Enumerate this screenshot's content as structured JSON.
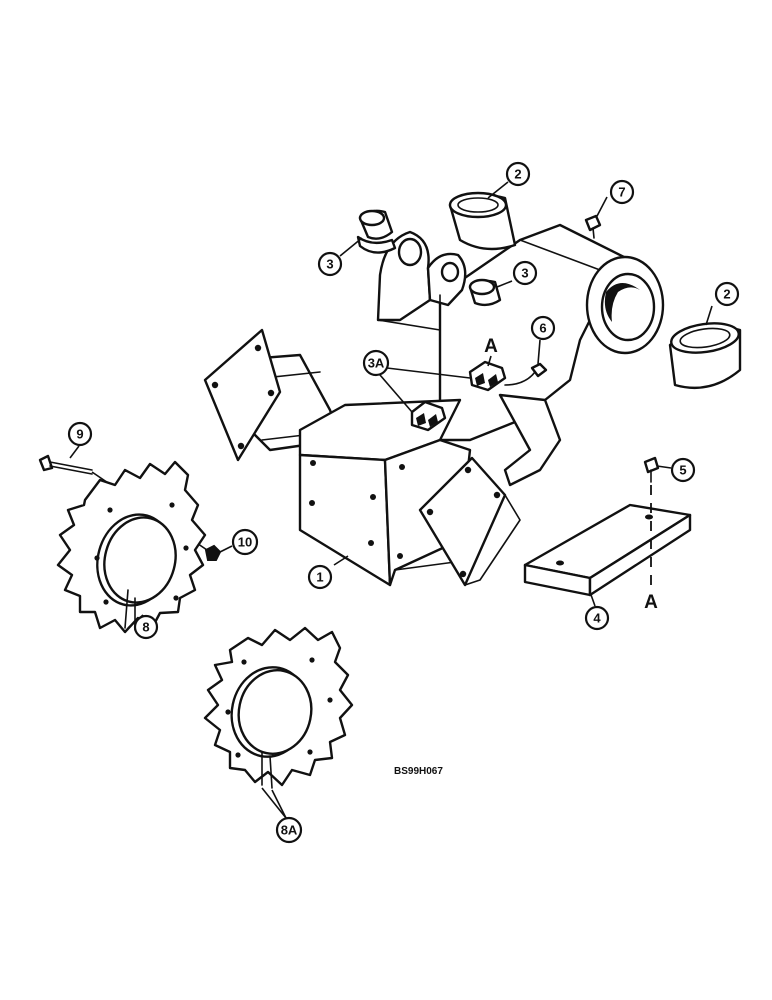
{
  "drawing_code": "BS99H067",
  "section_letter_a": "A",
  "section_letter_b": "A",
  "callouts": {
    "frame": "1",
    "bushing_top": "2",
    "bushing_right": "2",
    "bushing_small_left": "3",
    "bushing_small_mid": "3",
    "clip": "3A",
    "plate": "4",
    "bolt_plate": "5",
    "fitting_wire": "6",
    "grease_fitting": "7",
    "sprocket": "8",
    "sprocket_alt": "8A",
    "bolt": "9",
    "nut": "10"
  }
}
